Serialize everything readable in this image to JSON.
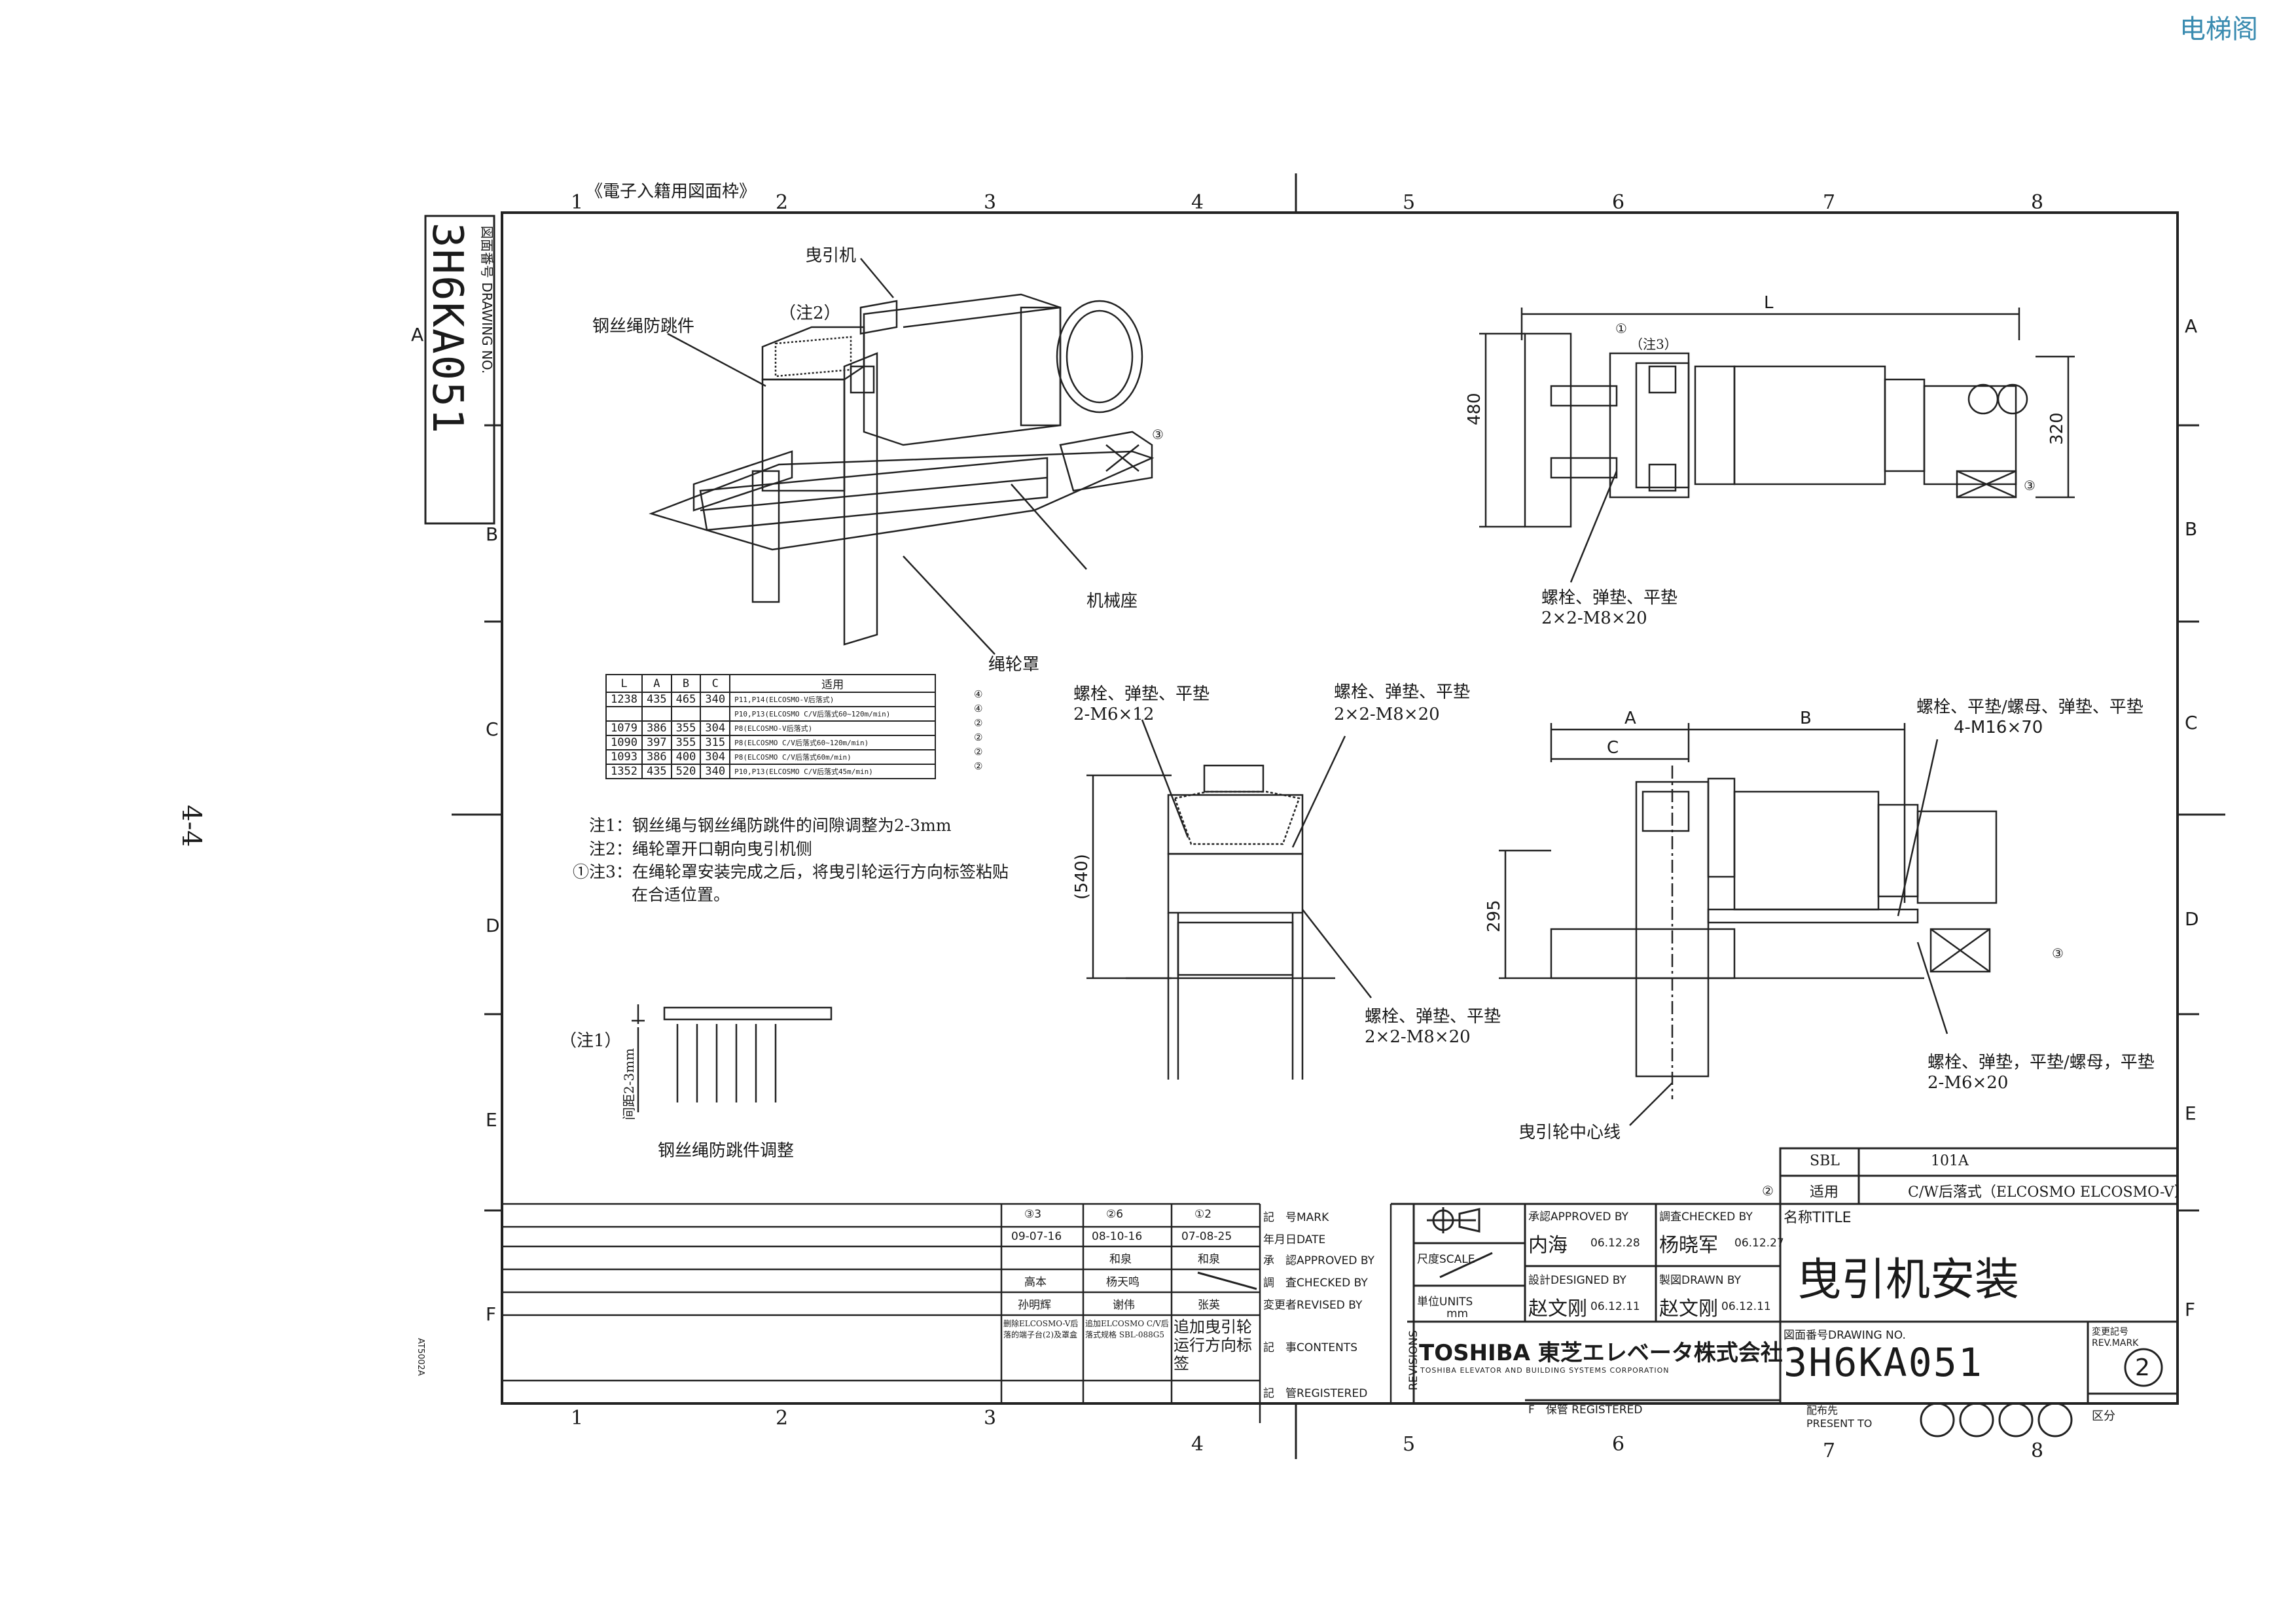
{
  "watermark": "电梯阁",
  "page_number": "4-4",
  "header_caption": "《電子入籍用図面枠》",
  "col_numbers": [
    "1",
    "2",
    "3",
    "4",
    "5",
    "6",
    "7",
    "8"
  ],
  "row_letters": [
    "A",
    "B",
    "C",
    "D",
    "E",
    "F"
  ],
  "side_stamp": {
    "label": "図面番号 DRAWING NO.",
    "number": "3H6KA051"
  },
  "side_code": "AT5002A",
  "labels": {
    "traction_machine": "曳引机",
    "note2_mark": "（注2）",
    "rope_guard": "钢丝绳防跳件",
    "machine_base": "机械座",
    "sheave_cover": "绳轮罩",
    "note3_mark": "（注3）",
    "circle1": "①",
    "circle3": "③",
    "dim_L": "L",
    "dim_480": "480",
    "dim_320": "320",
    "bolt_top_right": "螺栓、弹垫、平垫",
    "bolt_top_right_spec": "2×2-M8×20",
    "bolt_front_left": "螺栓、弹垫、平垫",
    "bolt_front_left_spec": "2-M6×12",
    "bolt_front_right": "螺栓、弹垫、平垫",
    "bolt_front_right_spec": "2×2-M8×20",
    "dim_540": "(540)",
    "bolt_front_bottom": "螺栓、弹垫、平垫",
    "bolt_front_bottom_spec": "2×2-M8×20",
    "dim_A": "A",
    "dim_B": "B",
    "dim_C": "C",
    "dim_295": "295",
    "bolt_side_top": "螺栓、平垫/螺母、弹垫、平垫",
    "bolt_side_top_spec": "4-M16×70",
    "bolt_side_bottom": "螺栓、弹垫，平垫/螺母，平垫",
    "bolt_side_bottom_spec": "2-M6×20",
    "sheave_center": "曳引轮中心线",
    "note1_mark": "（注1）",
    "gap_label": "间距2-3mm",
    "rope_guard_adjust": "钢丝绳防跳件调整"
  },
  "spec_table": {
    "headers": [
      "L",
      "A",
      "B",
      "C",
      "适用"
    ],
    "rows": [
      {
        "L": "1238",
        "A": "435",
        "B": "465",
        "C": "340",
        "app": "P11,P14(ELCOSMO-V后落式)",
        "mark": "④"
      },
      {
        "L": "",
        "A": "",
        "B": "",
        "C": "",
        "app": "P10,P13(ELCOSMO C/V后落式60~120m/min)",
        "mark": "④"
      },
      {
        "L": "1079",
        "A": "386",
        "B": "355",
        "C": "304",
        "app": "P8(ELCOSMO-V后落式)",
        "mark": "②"
      },
      {
        "L": "1090",
        "A": "397",
        "B": "355",
        "C": "315",
        "app": "P8(ELCOSMO C/V后落式60~120m/min)",
        "mark": "②"
      },
      {
        "L": "1093",
        "A": "386",
        "B": "400",
        "C": "304",
        "app": "P8(ELCOSMO C/V后落式60m/min)",
        "mark": "②"
      },
      {
        "L": "1352",
        "A": "435",
        "B": "520",
        "C": "340",
        "app": "P10,P13(ELCOSMO C/V后落式45m/min)",
        "mark": "②"
      }
    ]
  },
  "notes": [
    "注1：钢丝绳与钢丝绳防跳件的间隙调整为2-3mm",
    "注2：绳轮罩开口朝向曳引机侧",
    "①注3：在绳轮罩安装完成之后，将曳引轮运行方向标签粘贴",
    "在合适位置。"
  ],
  "sbl_box": {
    "sbl_label": "SBL",
    "sbl_value": "101A",
    "apply_label": "适用",
    "apply_value": "C/W后落式（ELCOSMO ELCOSMO-V）",
    "apply_mark": "②"
  },
  "revisions": {
    "mark_label": "記　号MARK",
    "date_label": "年月日DATE",
    "approved_label": "承　認APPROVED BY",
    "checked_label": "調　査CHECKED BY",
    "revised_label": "変更者REVISED BY",
    "contents_label": "記　事CONTENTS",
    "registered_label": "記　管REGISTERED",
    "revisions_vertical": "REVISIONS",
    "columns": [
      {
        "mark": "③3",
        "date": "09-07-16",
        "approved": "高本",
        "checked": "",
        "revised": "孙明辉",
        "contents": "删除ELCOSMO-V后落的端子台(2)及罩盒"
      },
      {
        "mark": "②6",
        "date": "08-10-16",
        "approved": "和泉",
        "checked": "杨天鸣",
        "revised": "谢伟",
        "contents": "追加ELCOSMO C/V后落式规格 SBL-088G5"
      },
      {
        "mark": "①2",
        "date": "07-08-25",
        "approved": "和泉",
        "checked": "",
        "revised": "张英",
        "contents": "追加曳引轮运行方向标签"
      }
    ]
  },
  "title_block": {
    "scale_label": "尺度SCALE",
    "unit_label": "単位UNITS",
    "unit_value": "mm",
    "approved_label": "承認APPROVED BY",
    "approved_name": "内海",
    "approved_date": "06.12.28",
    "checked_label": "調査CHECKED BY",
    "checked_name": "杨晓军",
    "checked_date": "06.12.27",
    "designed_label": "設計DESIGNED BY",
    "designed_name": "赵文刚",
    "designed_date": "06.12.11",
    "drawn_label": "製図DRAWN BY",
    "drawn_name": "赵文刚",
    "drawn_date": "06.12.11",
    "company": "TOSHIBA 東芝エレベータ株式会社",
    "company_en": "TOSHIBA ELEVATOR AND BUILDING SYSTEMS CORPORATION",
    "registered_label": "F　保管 REGISTERED",
    "title_label": "名称TITLE",
    "title": "曳引机安装",
    "drawing_no_label": "図面番号DRAWING NO.",
    "drawing_no": "3H6KA051",
    "rev_mark_label": "変更記号 REV.MARK",
    "rev_mark": "2",
    "present_to_label": "配布先 PRESENT TO",
    "category_label": "区分"
  }
}
